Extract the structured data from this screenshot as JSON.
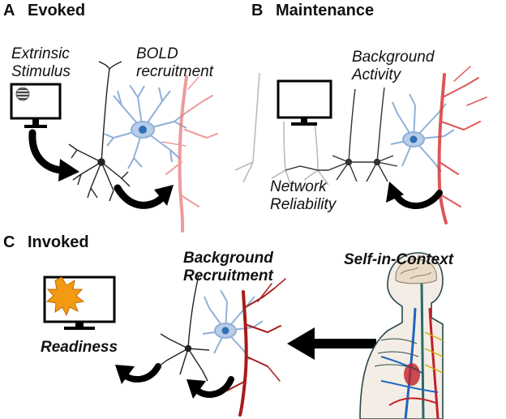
{
  "panels": {
    "a": {
      "letter": "A",
      "title": "Evoked"
    },
    "b": {
      "letter": "B",
      "title": "Maintenance"
    },
    "c": {
      "letter": "C",
      "title": "Invoked"
    }
  },
  "labels": {
    "extrinsic_line1": "Extrinsic",
    "extrinsic_line2": "Stimulus",
    "bold_line1": "BOLD",
    "bold_line2": "recruitment",
    "background_line1": "Background",
    "background_line2": "Activity",
    "network_line1": "Network",
    "network_line2": "Reliability",
    "recruit_line1": "Background",
    "recruit_line2": "Recruitment",
    "self_in_context": "Self-in-Context",
    "readiness": "Readiness"
  },
  "icons": {
    "monitor": "monitor-icon",
    "grating": "grating-stimulus-icon",
    "burst": "starburst-icon",
    "neuron_dark": "pyramidal-neuron-icon",
    "neuron_blue": "astrocyte-icon",
    "vessel": "blood-vessel-icon",
    "body": "human-anatomy-icon",
    "arrow": "curved-arrow-icon"
  },
  "colors": {
    "neuron": "#222222",
    "glia": "#8fb0d8",
    "glia_nucleus": "#2f6fb3",
    "vessel_light": "#e87a7a",
    "vessel_dark": "#a81c1c",
    "burst": "#f29a12",
    "black": "#000000"
  }
}
